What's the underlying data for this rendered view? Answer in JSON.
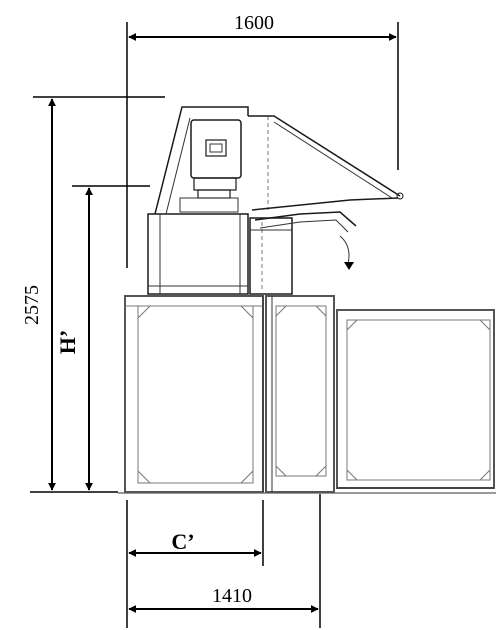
{
  "dimensions": {
    "width_top": "1600",
    "height_total": "2575",
    "height_h": "H’",
    "depth_c": "C’",
    "width_bottom": "1410"
  },
  "colors": {
    "line": "#1a1a1a",
    "frame": "#555555",
    "background": "#ffffff"
  }
}
